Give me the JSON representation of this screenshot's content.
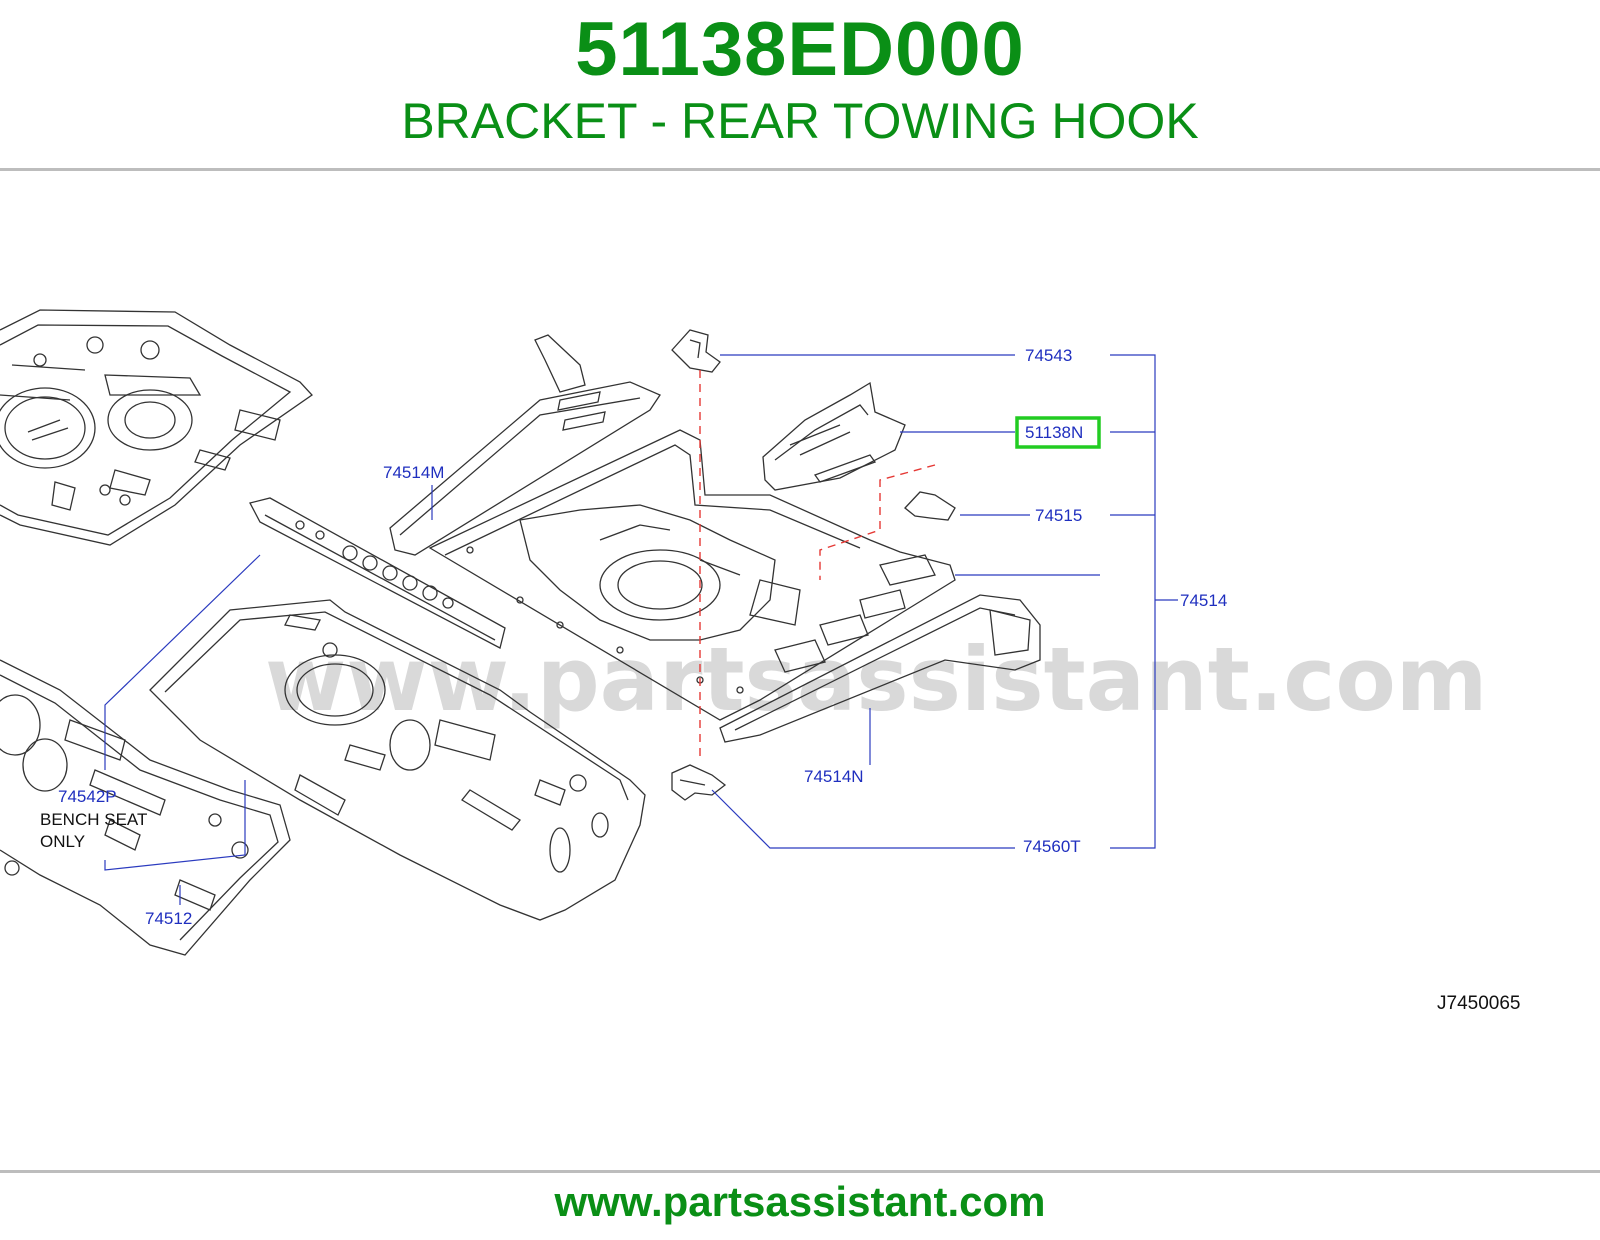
{
  "header": {
    "part_number": "51138ED000",
    "part_name": "BRACKET - REAR TOWING HOOK"
  },
  "diagram": {
    "watermark": "www.partsassistant.com",
    "reference_code": "J7450065",
    "highlight_color": "#22cc22",
    "callouts": {
      "c74543": "74543",
      "c51138N": "51138N",
      "c74515": "74515",
      "c74514": "74514",
      "c74514M": "74514M",
      "c74514N": "74514N",
      "c74560T": "74560T",
      "c74542P": "74542P",
      "c74512": "74512"
    },
    "note_line1": "BENCH   SEAT",
    "note_line2": "ONLY"
  },
  "footer": {
    "url": "www.partsassistant.com"
  }
}
